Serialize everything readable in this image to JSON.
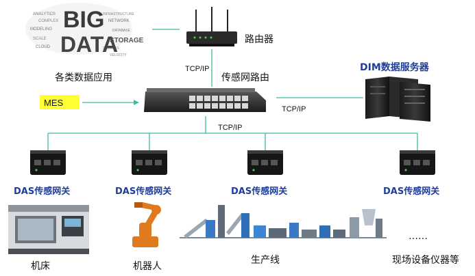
{
  "bigdata": {
    "word1": "BIG",
    "word2": "DATA",
    "word3": "STORAGE",
    "small_words": [
      "ANALYTICS",
      "COMPLEX",
      "MODELING",
      "INFRASTRUCTURE",
      "NETWORK",
      "SCALE",
      "CLOUD",
      "SERVERS",
      "DATABASE",
      "VELOCITY"
    ]
  },
  "labels": {
    "router": "路由器",
    "apps": "各类数据应用",
    "mes": "MES",
    "switch": "传感网路由",
    "dim_server": "DIM数据服务器",
    "tcp_top": "TCP/IP",
    "tcp_right": "TCP/IP",
    "tcp_bus": "TCP/IP"
  },
  "gateways": [
    "DAS传感网关",
    "DAS传感网关",
    "DAS传感网关",
    "DAS传感网关"
  ],
  "devices": {
    "machine_tool": "机床",
    "robot": "机器人",
    "production_line": "生产线",
    "other": "现场设备仪器等",
    "ellipsis": "……"
  },
  "colors": {
    "connector": "#3bb9a3",
    "das_text": "#1f3e9a",
    "mes_bg": "#ffff33",
    "robot": "#e07a1f"
  }
}
